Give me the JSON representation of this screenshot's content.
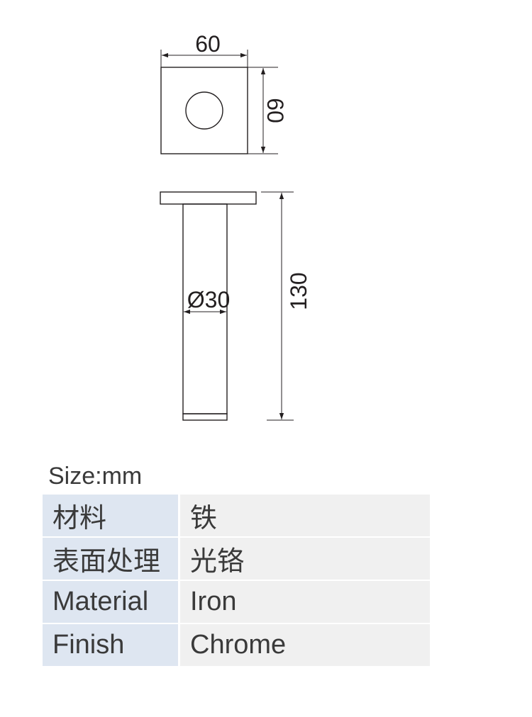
{
  "drawing": {
    "top_view": {
      "width_label": "60",
      "height_label": "60"
    },
    "side_view": {
      "diameter_label": "Ø30",
      "height_label": "130"
    }
  },
  "size_label": "Size:mm",
  "specs": [
    {
      "key": "材料",
      "value": "铁"
    },
    {
      "key": "表面处理",
      "value": "光铬"
    },
    {
      "key": "Material",
      "value": "Iron"
    },
    {
      "key": "Finish",
      "value": "Chrome"
    }
  ],
  "colors": {
    "line": "#231f20",
    "key_cell": "#dee6f1",
    "value_cell": "#f0f0f0"
  }
}
